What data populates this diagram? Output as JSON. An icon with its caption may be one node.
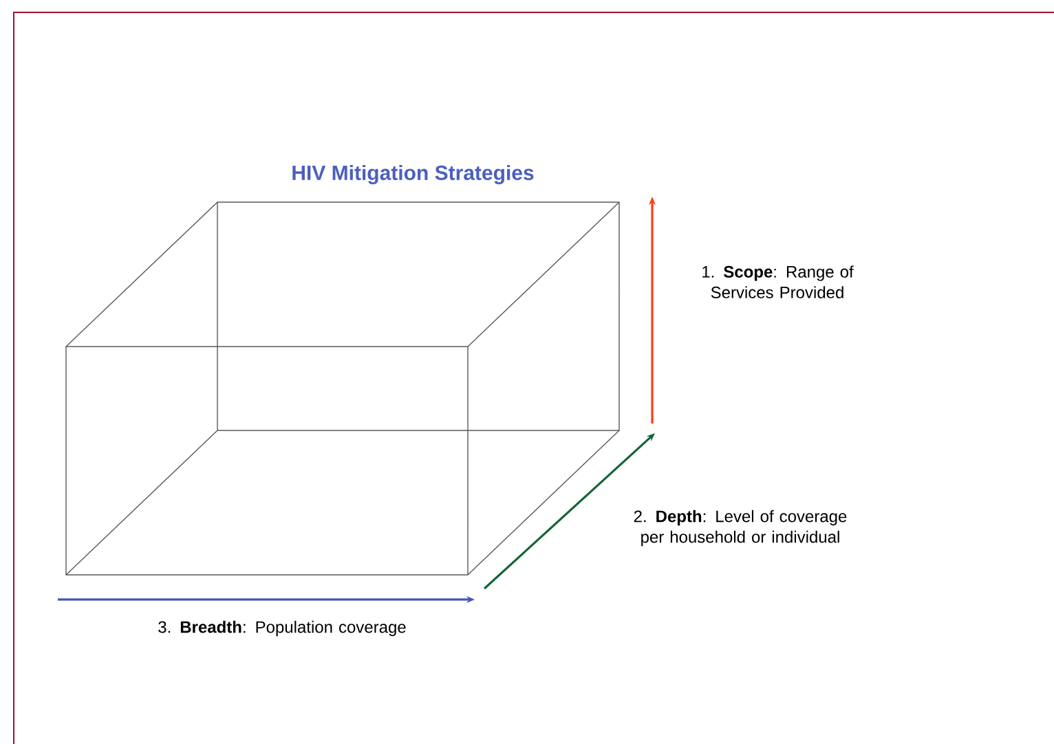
{
  "diagram": {
    "title": "HIV Mitigation Strategies",
    "labels": [
      "1. **Scope**: Range of Services Provided",
      "2. **Depth**: Level of coverage per household or individual",
      "3. **Breadth**: Population coverage"
    ]
  }
}
